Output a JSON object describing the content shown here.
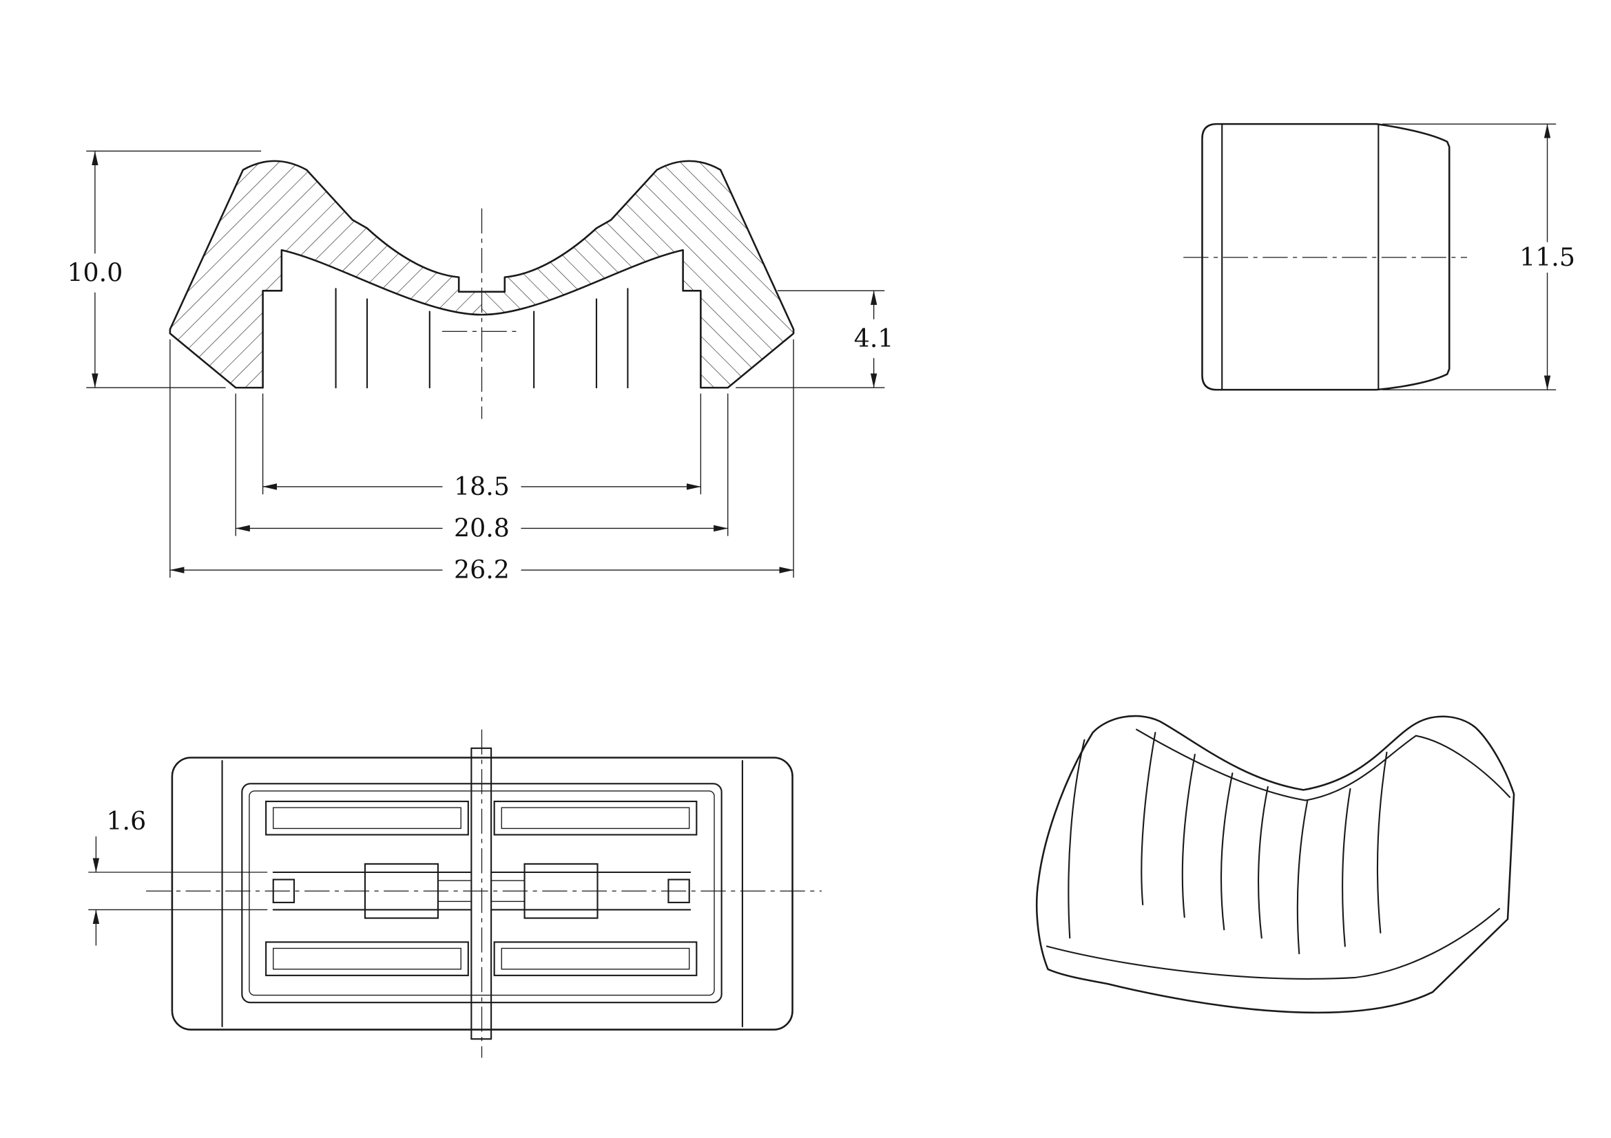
{
  "drawing": {
    "type": "engineering-multiview",
    "colors": {
      "line": "#1a1a1a",
      "background": "#ffffff"
    },
    "dims": {
      "front": {
        "height": "10.0",
        "step": "4.1",
        "width_inner": "18.5",
        "width_mid": "20.8",
        "width_outer": "26.2"
      },
      "side": {
        "height": "11.5"
      },
      "top": {
        "rail_height": "1.6"
      }
    }
  }
}
